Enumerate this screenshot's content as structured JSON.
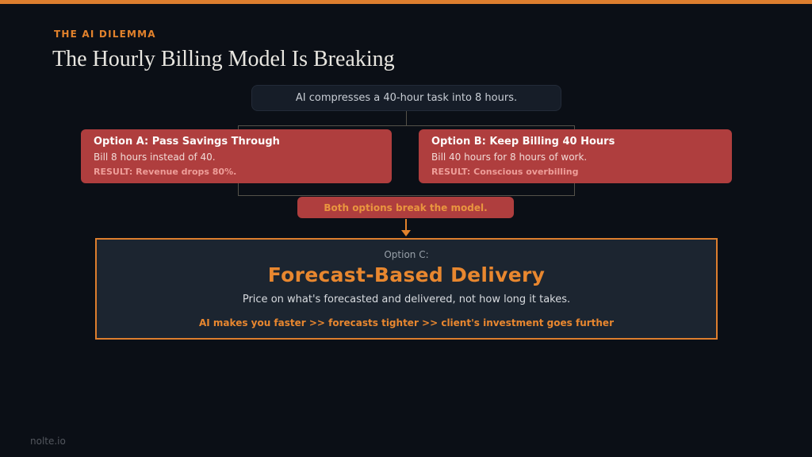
{
  "header": {
    "kicker": "THE AI DILEMMA",
    "title": "The Hourly Billing Model Is Breaking"
  },
  "flow": {
    "premise": "AI compresses a 40-hour task into 8 hours.",
    "option_a": {
      "title": "Option A: Pass Savings Through",
      "body": "Bill 8 hours instead of 40.",
      "result": "RESULT: Revenue drops 80%."
    },
    "option_b": {
      "title": "Option B: Keep Billing 40 Hours",
      "body": "Bill 40 hours for 8 hours of work.",
      "result": "RESULT: Conscious overbilling"
    },
    "verdict": "Both options break the model.",
    "option_c": {
      "label": "Option C:",
      "title": "Forecast-Based Delivery",
      "body": "Price on what's forecasted and delivered, not how long it takes.",
      "tagline": "AI makes you faster >> forecasts tighter >> client's investment goes further"
    }
  },
  "footer": {
    "brand": "nolte.io"
  },
  "colors": {
    "accent_orange": "#dd7e2e",
    "brick_red": "#af3e3e",
    "page_background": "#0b0f16",
    "panel_background": "#1c2530",
    "result_pink": "#ee9e99",
    "connector_gray": "#55524a"
  }
}
